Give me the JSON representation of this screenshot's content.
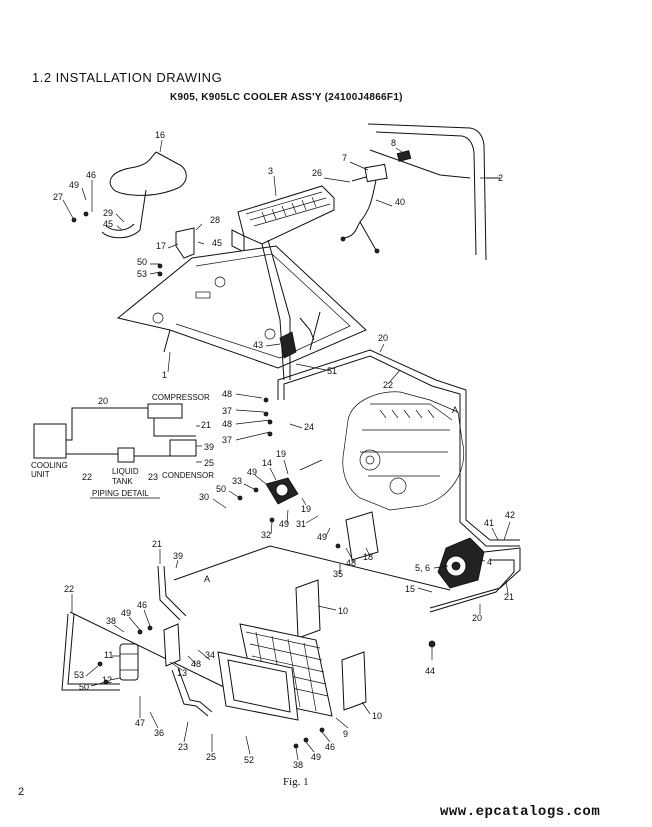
{
  "header": {
    "section_title": "1.2  INSTALLATION DRAWING",
    "assembly_title": "K905, K905LC  COOLER  ASS'Y  (24100J4866F1)"
  },
  "piping_detail": {
    "compressor": "COMPRESSOR",
    "cooling_unit_line1": "COOLING",
    "cooling_unit_line2": "UNIT",
    "liquid_tank_line1": "LIQUID",
    "liquid_tank_line2": "TANK",
    "condensor": "CONDENSOR",
    "title": "PIPING  DETAIL",
    "callouts": {
      "c20": "20",
      "c21": "21",
      "c39": "39",
      "c22": "22",
      "c23": "23",
      "c25": "25"
    }
  },
  "view_marker": {
    "upper": "A",
    "lower": "A"
  },
  "callouts": [
    {
      "id": "p16",
      "label": "16"
    },
    {
      "id": "p49a",
      "label": "49"
    },
    {
      "id": "p46a",
      "label": "46"
    },
    {
      "id": "p27",
      "label": "27"
    },
    {
      "id": "p29",
      "label": "29"
    },
    {
      "id": "p45a",
      "label": "45"
    },
    {
      "id": "p3",
      "label": "3"
    },
    {
      "id": "p7",
      "label": "7"
    },
    {
      "id": "p8",
      "label": "8"
    },
    {
      "id": "p26",
      "label": "26"
    },
    {
      "id": "p2",
      "label": "2"
    },
    {
      "id": "p40",
      "label": "40"
    },
    {
      "id": "p28",
      "label": "28"
    },
    {
      "id": "p45b",
      "label": "45"
    },
    {
      "id": "p17",
      "label": "17"
    },
    {
      "id": "p50a",
      "label": "50"
    },
    {
      "id": "p53a",
      "label": "53"
    },
    {
      "id": "p1",
      "label": "1"
    },
    {
      "id": "p43",
      "label": "43"
    },
    {
      "id": "p51",
      "label": "51"
    },
    {
      "id": "p20a",
      "label": "20"
    },
    {
      "id": "p22a",
      "label": "22"
    },
    {
      "id": "p48a",
      "label": "48"
    },
    {
      "id": "p37a",
      "label": "37"
    },
    {
      "id": "p48b",
      "label": "48"
    },
    {
      "id": "p37b",
      "label": "37"
    },
    {
      "id": "p24",
      "label": "24"
    },
    {
      "id": "p14",
      "label": "14"
    },
    {
      "id": "p19a",
      "label": "19"
    },
    {
      "id": "p49b",
      "label": "49"
    },
    {
      "id": "p33",
      "label": "33"
    },
    {
      "id": "p50b",
      "label": "50"
    },
    {
      "id": "p30",
      "label": "30"
    },
    {
      "id": "p19b",
      "label": "19"
    },
    {
      "id": "p31",
      "label": "31"
    },
    {
      "id": "p49c",
      "label": "49"
    },
    {
      "id": "p32",
      "label": "32"
    },
    {
      "id": "p49d",
      "label": "49"
    },
    {
      "id": "p48c",
      "label": "48"
    },
    {
      "id": "p18",
      "label": "18"
    },
    {
      "id": "p35",
      "label": "35"
    },
    {
      "id": "p41",
      "label": "41"
    },
    {
      "id": "p42",
      "label": "42"
    },
    {
      "id": "p4",
      "label": "4"
    },
    {
      "id": "p56",
      "label": "5, 6"
    },
    {
      "id": "p15",
      "label": "15"
    },
    {
      "id": "p21a",
      "label": "21"
    },
    {
      "id": "p20b",
      "label": "20"
    },
    {
      "id": "p44",
      "label": "44"
    },
    {
      "id": "p21b",
      "label": "21"
    },
    {
      "id": "p39",
      "label": "39"
    },
    {
      "id": "p22b",
      "label": "22"
    },
    {
      "id": "p46b",
      "label": "46"
    },
    {
      "id": "p49e",
      "label": "49"
    },
    {
      "id": "p38a",
      "label": "38"
    },
    {
      "id": "p10a",
      "label": "10"
    },
    {
      "id": "p11",
      "label": "11"
    },
    {
      "id": "p13",
      "label": "13"
    },
    {
      "id": "p34",
      "label": "34"
    },
    {
      "id": "p48d",
      "label": "48"
    },
    {
      "id": "p53b",
      "label": "53"
    },
    {
      "id": "p50c",
      "label": "50"
    },
    {
      "id": "p12",
      "label": "12"
    },
    {
      "id": "p47",
      "label": "47"
    },
    {
      "id": "p36",
      "label": "36"
    },
    {
      "id": "p23",
      "label": "23"
    },
    {
      "id": "p25",
      "label": "25"
    },
    {
      "id": "p52",
      "label": "52"
    },
    {
      "id": "p10b",
      "label": "10"
    },
    {
      "id": "p9",
      "label": "9"
    },
    {
      "id": "p46c",
      "label": "46"
    },
    {
      "id": "p49f",
      "label": "49"
    },
    {
      "id": "p38b",
      "label": "38"
    }
  ],
  "footer": {
    "figure_caption": "Fig. 1",
    "page_number": "2",
    "watermark": "www.epcatalogs.com"
  }
}
